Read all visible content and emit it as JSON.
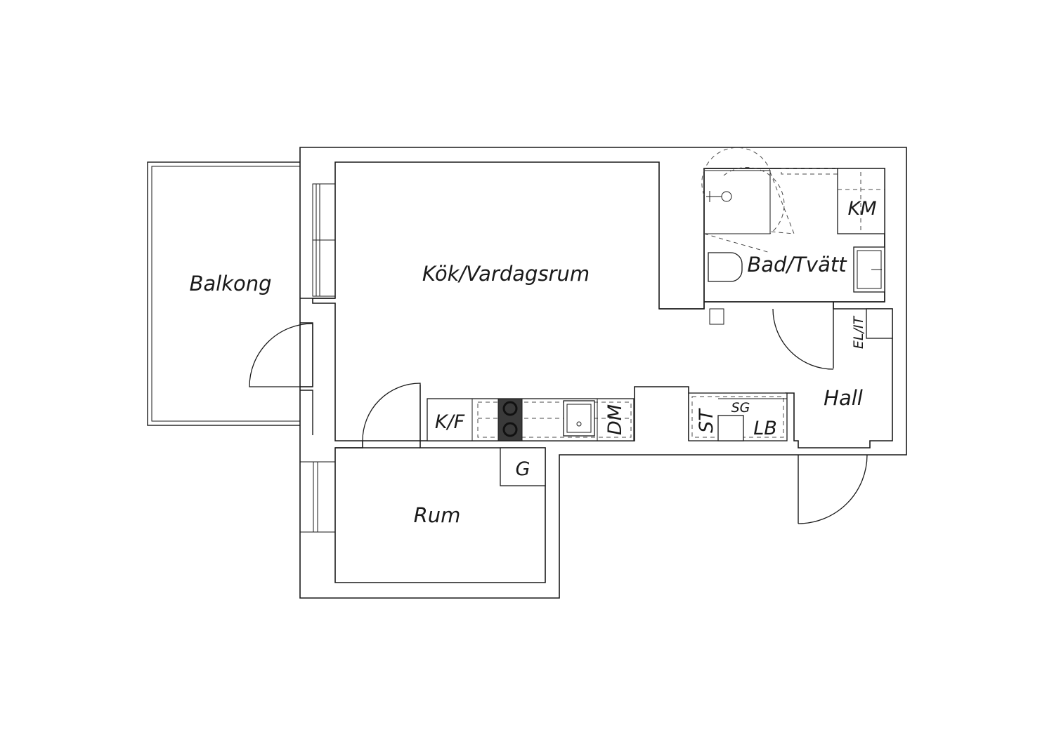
{
  "rooms": {
    "balkong": "Balkong",
    "kok_vardagsrum": "Kök/Vardagsrum",
    "bad_tvatt": "Bad/Tvätt",
    "hall": "Hall",
    "rum": "Rum"
  },
  "fixtures": {
    "kyl_frys": "K/F",
    "diskmaskin": "DM",
    "tvattmaskin": "KM",
    "el_it": "EL/IT",
    "stadskap": "ST",
    "skohylla": "SG",
    "linneskap": "LB",
    "garderob": "G"
  },
  "colors": {
    "line": "#1a1a1a",
    "background": "#ffffff",
    "hob": "#3a3a3a"
  }
}
